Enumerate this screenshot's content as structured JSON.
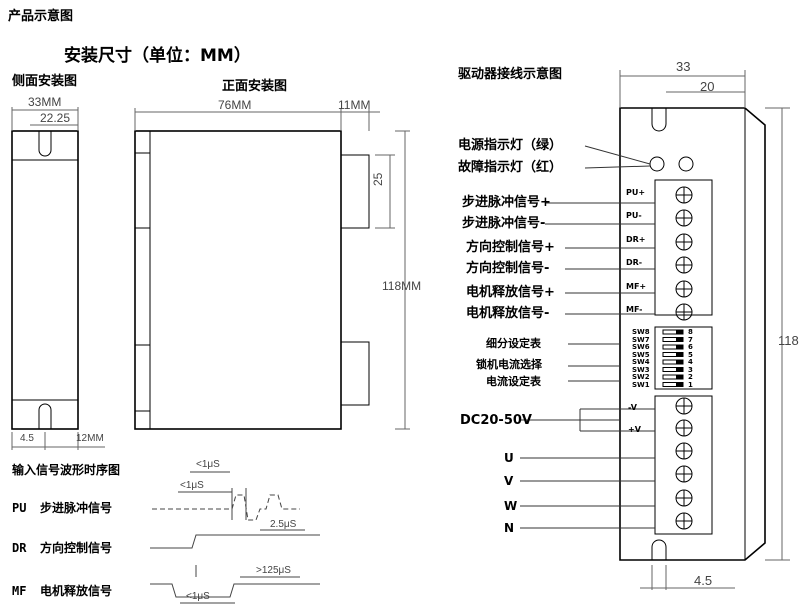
{
  "page": {
    "caption": "产品示意图",
    "dims_title": "安装尺寸（单位：MM）"
  },
  "side_view": {
    "title": "侧面安装图",
    "width": "33MM",
    "hole_spacing": "22.25",
    "bottom_left": "4.5",
    "bottom_right": "12MM"
  },
  "front_view": {
    "title": "正面安装图",
    "width": "76MM",
    "side_depth": "11MM",
    "block_height": "25",
    "height": "118MM"
  },
  "wiring": {
    "title": "驱动器接线示意图",
    "width": "33",
    "inner_width": "20",
    "height": "118",
    "bottom_dim": "4.5",
    "led_labels": [
      "电源指示灯（绿）",
      "故障指示灯（红）"
    ],
    "signal_labels": [
      "步进脉冲信号+",
      "步进脉冲信号-",
      "方向控制信号+",
      "方向控制信号-",
      "电机释放信号+",
      "电机释放信号-"
    ],
    "signal_pins": [
      "PU+",
      "PU-",
      "DR+",
      "DR-",
      "MF+",
      "MF-"
    ],
    "switch_labels": [
      "细分设定表",
      "锁机电流选择",
      "电流设定表"
    ],
    "switches": [
      "SW8",
      "SW7",
      "SW6",
      "SW5",
      "SW4",
      "SW3",
      "SW2",
      "SW1"
    ],
    "switch_numbers": [
      "8",
      "7",
      "6",
      "5",
      "4",
      "3",
      "2",
      "1"
    ],
    "power_label": "DC20-50V",
    "power_pins": [
      "-V",
      "+V"
    ],
    "phase_labels": [
      "U",
      "V",
      "W",
      "N"
    ]
  },
  "timing": {
    "title": "输入信号波形时序图",
    "signals": [
      {
        "code": "PU",
        "name": "步进脉冲信号"
      },
      {
        "code": "DR",
        "name": "方向控制信号"
      },
      {
        "code": "MF",
        "name": "电机释放信号"
      }
    ],
    "t1": "<1μS",
    "t2": "<1μS",
    "t3": "2.5μS",
    "t4": ">125μS",
    "t5": "<1μS"
  }
}
